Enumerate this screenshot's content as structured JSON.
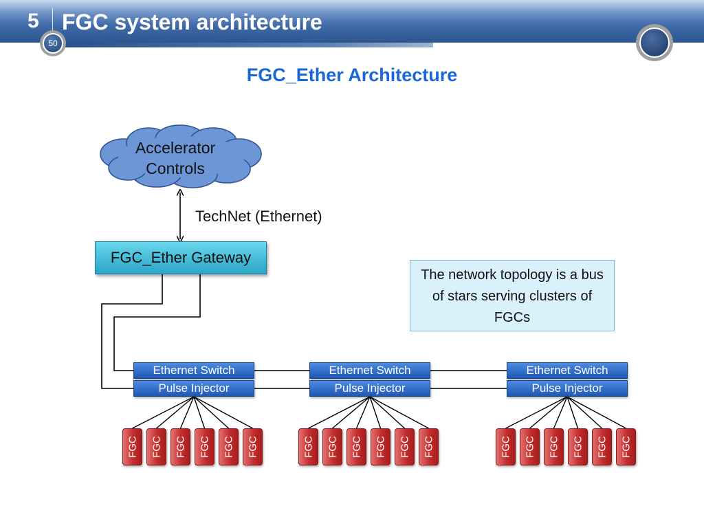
{
  "header": {
    "section_number": "5",
    "title": "FGC system architecture",
    "page_number": "50"
  },
  "slide": {
    "title": "FGC_Ether Architecture"
  },
  "cloud": {
    "line1": "Accelerator",
    "line2": "Controls"
  },
  "link_label": "TechNet (Ethernet)",
  "gateway": {
    "label": "FGC_Ether Gateway"
  },
  "note": {
    "text": "The network topology is a bus of stars serving clusters of FGCs"
  },
  "clusters": [
    {
      "switch_label": "Ethernet Switch",
      "injector_label": "Pulse Injector",
      "fgcs": [
        "FGC",
        "FGC",
        "FGC",
        "FGC",
        "FGC",
        "FGC"
      ]
    },
    {
      "switch_label": "Ethernet Switch",
      "injector_label": "Pulse Injector",
      "fgcs": [
        "FGC",
        "FGC",
        "FGC",
        "FGC",
        "FGC",
        "FGC"
      ]
    },
    {
      "switch_label": "Ethernet Switch",
      "injector_label": "Pulse Injector",
      "fgcs": [
        "FGC",
        "FGC",
        "FGC",
        "FGC",
        "FGC",
        "FGC"
      ]
    }
  ],
  "colors": {
    "header_blue": "#3f6aa8",
    "title_blue": "#1a66d6",
    "cloud_fill": "#6d96d6",
    "gateway_fill": "#2aa6c6",
    "switch_fill": "#2f6cc8",
    "fgc_red": "#c42d2d",
    "note_fill": "#d8f1fb"
  }
}
